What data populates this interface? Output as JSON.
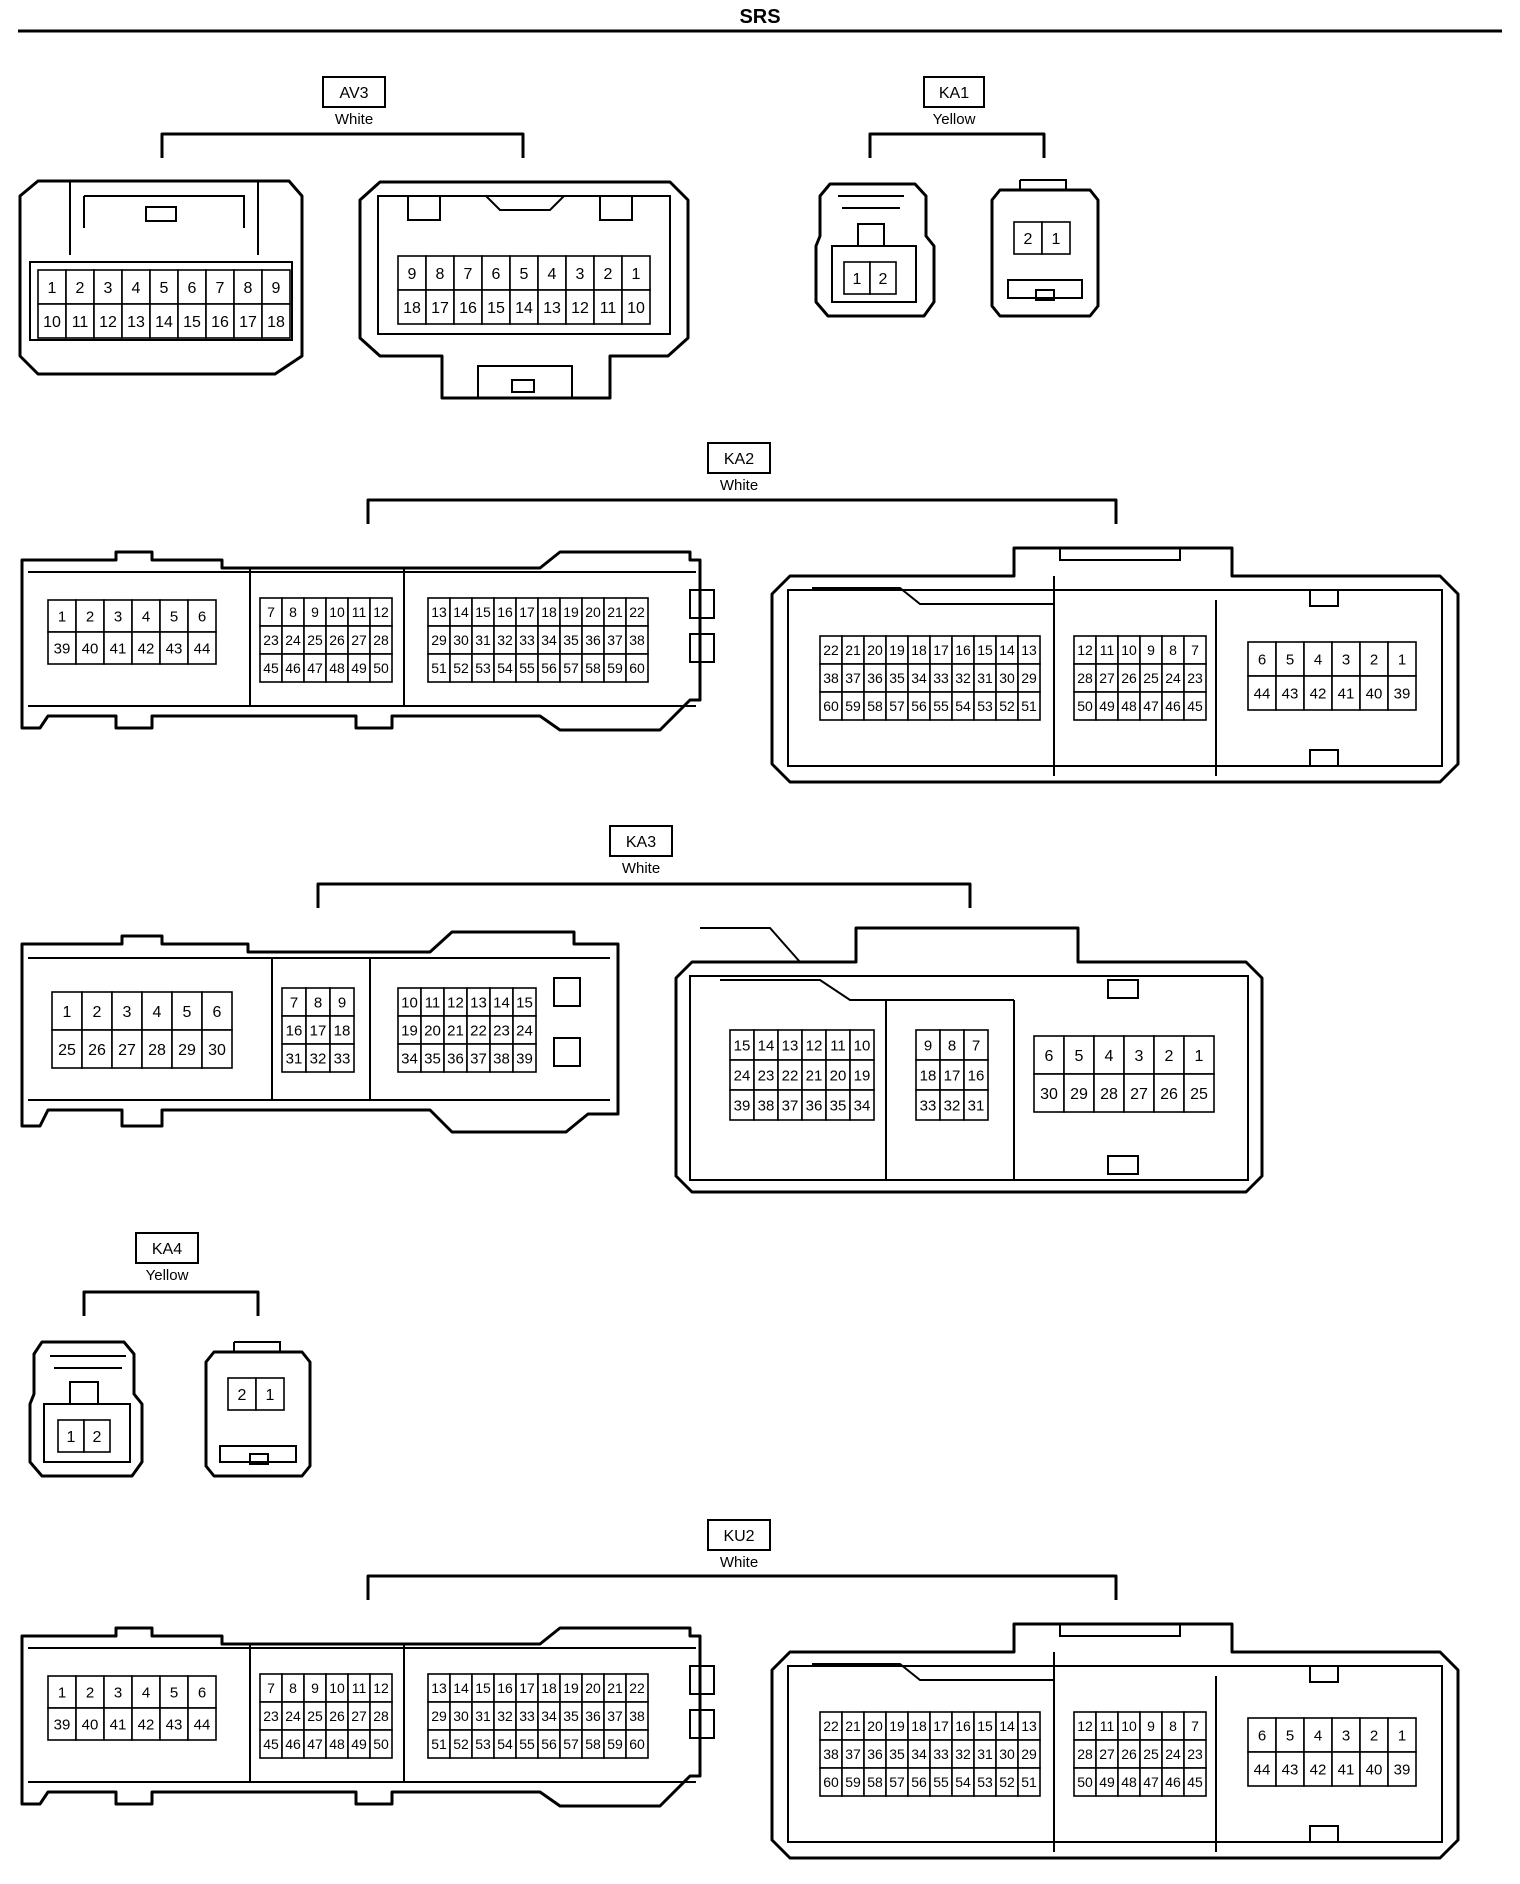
{
  "title": "SRS",
  "connectors": [
    {
      "id": "AV3",
      "label": "AV3",
      "color": "White",
      "views": [
        {
          "rows": [
            [
              "1",
              "2",
              "3",
              "4",
              "5",
              "6",
              "7",
              "8",
              "9"
            ],
            [
              "10",
              "11",
              "12",
              "13",
              "14",
              "15",
              "16",
              "17",
              "18"
            ]
          ]
        },
        {
          "rows": [
            [
              "9",
              "8",
              "7",
              "6",
              "5",
              "4",
              "3",
              "2",
              "1"
            ],
            [
              "18",
              "17",
              "16",
              "15",
              "14",
              "13",
              "12",
              "11",
              "10"
            ]
          ]
        }
      ]
    },
    {
      "id": "KA1",
      "label": "KA1",
      "color": "Yellow",
      "views": [
        {
          "rows": [
            [
              "1",
              "2"
            ]
          ]
        },
        {
          "rows": [
            [
              "2",
              "1"
            ]
          ]
        }
      ]
    },
    {
      "id": "KA2",
      "label": "KA2",
      "color": "White",
      "views": [
        {
          "groups": [
            {
              "rows": [
                [
                  "1",
                  "2",
                  "3",
                  "4",
                  "5",
                  "6"
                ],
                [
                  "39",
                  "40",
                  "41",
                  "42",
                  "43",
                  "44"
                ]
              ]
            },
            {
              "rows": [
                [
                  "7",
                  "8",
                  "9",
                  "10",
                  "11",
                  "12"
                ],
                [
                  "23",
                  "24",
                  "25",
                  "26",
                  "27",
                  "28"
                ],
                [
                  "45",
                  "46",
                  "47",
                  "48",
                  "49",
                  "50"
                ]
              ]
            },
            {
              "rows": [
                [
                  "13",
                  "14",
                  "15",
                  "16",
                  "17",
                  "18",
                  "19",
                  "20",
                  "21",
                  "22"
                ],
                [
                  "29",
                  "30",
                  "31",
                  "32",
                  "33",
                  "34",
                  "35",
                  "36",
                  "37",
                  "38"
                ],
                [
                  "51",
                  "52",
                  "53",
                  "54",
                  "55",
                  "56",
                  "57",
                  "58",
                  "59",
                  "60"
                ]
              ]
            }
          ]
        },
        {
          "groups": [
            {
              "rows": [
                [
                  "22",
                  "21",
                  "20",
                  "19",
                  "18",
                  "17",
                  "16",
                  "15",
                  "14",
                  "13"
                ],
                [
                  "38",
                  "37",
                  "36",
                  "35",
                  "34",
                  "33",
                  "32",
                  "31",
                  "30",
                  "29"
                ],
                [
                  "60",
                  "59",
                  "58",
                  "57",
                  "56",
                  "55",
                  "54",
                  "53",
                  "52",
                  "51"
                ]
              ]
            },
            {
              "rows": [
                [
                  "12",
                  "11",
                  "10",
                  "9",
                  "8",
                  "7"
                ],
                [
                  "28",
                  "27",
                  "26",
                  "25",
                  "24",
                  "23"
                ],
                [
                  "50",
                  "49",
                  "48",
                  "47",
                  "46",
                  "45"
                ]
              ]
            },
            {
              "rows": [
                [
                  "6",
                  "5",
                  "4",
                  "3",
                  "2",
                  "1"
                ],
                [
                  "44",
                  "43",
                  "42",
                  "41",
                  "40",
                  "39"
                ]
              ]
            }
          ]
        }
      ]
    },
    {
      "id": "KA3",
      "label": "KA3",
      "color": "White",
      "views": [
        {
          "groups": [
            {
              "rows": [
                [
                  "1",
                  "2",
                  "3",
                  "4",
                  "5",
                  "6"
                ],
                [
                  "25",
                  "26",
                  "27",
                  "28",
                  "29",
                  "30"
                ]
              ]
            },
            {
              "rows": [
                [
                  "7",
                  "8",
                  "9"
                ],
                [
                  "16",
                  "17",
                  "18"
                ],
                [
                  "31",
                  "32",
                  "33"
                ]
              ]
            },
            {
              "rows": [
                [
                  "10",
                  "11",
                  "12",
                  "13",
                  "14",
                  "15"
                ],
                [
                  "19",
                  "20",
                  "21",
                  "22",
                  "23",
                  "24"
                ],
                [
                  "34",
                  "35",
                  "36",
                  "37",
                  "38",
                  "39"
                ]
              ]
            }
          ]
        },
        {
          "groups": [
            {
              "rows": [
                [
                  "15",
                  "14",
                  "13",
                  "12",
                  "11",
                  "10"
                ],
                [
                  "24",
                  "23",
                  "22",
                  "21",
                  "20",
                  "19"
                ],
                [
                  "39",
                  "38",
                  "37",
                  "36",
                  "35",
                  "34"
                ]
              ]
            },
            {
              "rows": [
                [
                  "9",
                  "8",
                  "7"
                ],
                [
                  "18",
                  "17",
                  "16"
                ],
                [
                  "33",
                  "32",
                  "31"
                ]
              ]
            },
            {
              "rows": [
                [
                  "6",
                  "5",
                  "4",
                  "3",
                  "2",
                  "1"
                ],
                [
                  "30",
                  "29",
                  "28",
                  "27",
                  "26",
                  "25"
                ]
              ]
            }
          ]
        }
      ]
    },
    {
      "id": "KA4",
      "label": "KA4",
      "color": "Yellow",
      "views": [
        {
          "rows": [
            [
              "1",
              "2"
            ]
          ]
        },
        {
          "rows": [
            [
              "2",
              "1"
            ]
          ]
        }
      ]
    },
    {
      "id": "KU2",
      "label": "KU2",
      "color": "White",
      "views": [
        {
          "groups": [
            {
              "rows": [
                [
                  "1",
                  "2",
                  "3",
                  "4",
                  "5",
                  "6"
                ],
                [
                  "39",
                  "40",
                  "41",
                  "42",
                  "43",
                  "44"
                ]
              ]
            },
            {
              "rows": [
                [
                  "7",
                  "8",
                  "9",
                  "10",
                  "11",
                  "12"
                ],
                [
                  "23",
                  "24",
                  "25",
                  "26",
                  "27",
                  "28"
                ],
                [
                  "45",
                  "46",
                  "47",
                  "48",
                  "49",
                  "50"
                ]
              ]
            },
            {
              "rows": [
                [
                  "13",
                  "14",
                  "15",
                  "16",
                  "17",
                  "18",
                  "19",
                  "20",
                  "21",
                  "22"
                ],
                [
                  "29",
                  "30",
                  "31",
                  "32",
                  "33",
                  "34",
                  "35",
                  "36",
                  "37",
                  "38"
                ],
                [
                  "51",
                  "52",
                  "53",
                  "54",
                  "55",
                  "56",
                  "57",
                  "58",
                  "59",
                  "60"
                ]
              ]
            }
          ]
        },
        {
          "groups": [
            {
              "rows": [
                [
                  "22",
                  "21",
                  "20",
                  "19",
                  "18",
                  "17",
                  "16",
                  "15",
                  "14",
                  "13"
                ],
                [
                  "38",
                  "37",
                  "36",
                  "35",
                  "34",
                  "33",
                  "32",
                  "31",
                  "30",
                  "29"
                ],
                [
                  "60",
                  "59",
                  "58",
                  "57",
                  "56",
                  "55",
                  "54",
                  "53",
                  "52",
                  "51"
                ]
              ]
            },
            {
              "rows": [
                [
                  "12",
                  "11",
                  "10",
                  "9",
                  "8",
                  "7"
                ],
                [
                  "28",
                  "27",
                  "26",
                  "25",
                  "24",
                  "23"
                ],
                [
                  "50",
                  "49",
                  "48",
                  "47",
                  "46",
                  "45"
                ]
              ]
            },
            {
              "rows": [
                [
                  "6",
                  "5",
                  "4",
                  "3",
                  "2",
                  "1"
                ],
                [
                  "44",
                  "43",
                  "42",
                  "41",
                  "40",
                  "39"
                ]
              ]
            }
          ]
        }
      ]
    }
  ]
}
